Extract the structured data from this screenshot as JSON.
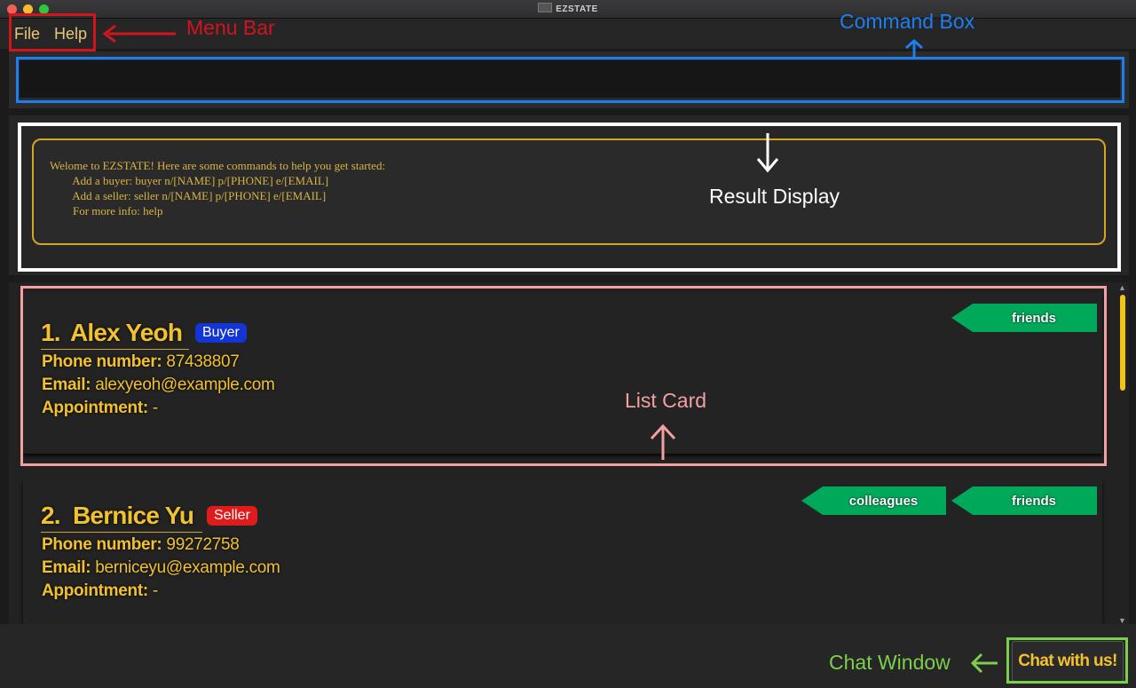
{
  "window": {
    "title": "EZSTATE"
  },
  "menubar": {
    "items": [
      "File",
      "Help"
    ]
  },
  "command_box": {
    "value": "",
    "placeholder": ""
  },
  "result_display": {
    "lines": [
      "Welome to EZSTATE! Here are some commands to help you get started:",
      "        Add a buyer: buyer n/[NAME] p/[PHONE] e/[EMAIL]",
      "        Add a seller: seller n/[NAME] p/[PHONE] e/[EMAIL]",
      "        For more info: help"
    ]
  },
  "persons": [
    {
      "index": "1.",
      "name": "Alex Yeoh",
      "role": "Buyer",
      "phone_label": "Phone number:",
      "phone": "87438807",
      "email_label": "Email:",
      "email": "alexyeoh@example.com",
      "appointment_label": "Appointment:",
      "appointment": "-",
      "tags": [
        "friends"
      ]
    },
    {
      "index": "2.",
      "name": "Bernice Yu",
      "role": "Seller",
      "phone_label": "Phone number:",
      "phone": "99272758",
      "email_label": "Email:",
      "email": "berniceyu@example.com",
      "appointment_label": "Appointment:",
      "appointment": "-",
      "tags": [
        "colleagues",
        "friends"
      ]
    }
  ],
  "chat_button": {
    "label": "Chat with us!"
  },
  "annotations": {
    "menu_bar": "Menu Bar",
    "command_box": "Command Box",
    "result_display": "Result Display",
    "list_card": "List Card",
    "chat_window": "Chat Window"
  },
  "colors": {
    "accent_yellow": "#f2c12e",
    "buyer_badge": "#1335d6",
    "seller_badge": "#e01b1b",
    "tag_green": "#00a85a",
    "annotation_menu": "#d1141d",
    "annotation_command": "#1c7ef0",
    "annotation_result": "#ffffff",
    "annotation_card": "#f2a0a0",
    "annotation_chat": "#7ccf4a"
  }
}
